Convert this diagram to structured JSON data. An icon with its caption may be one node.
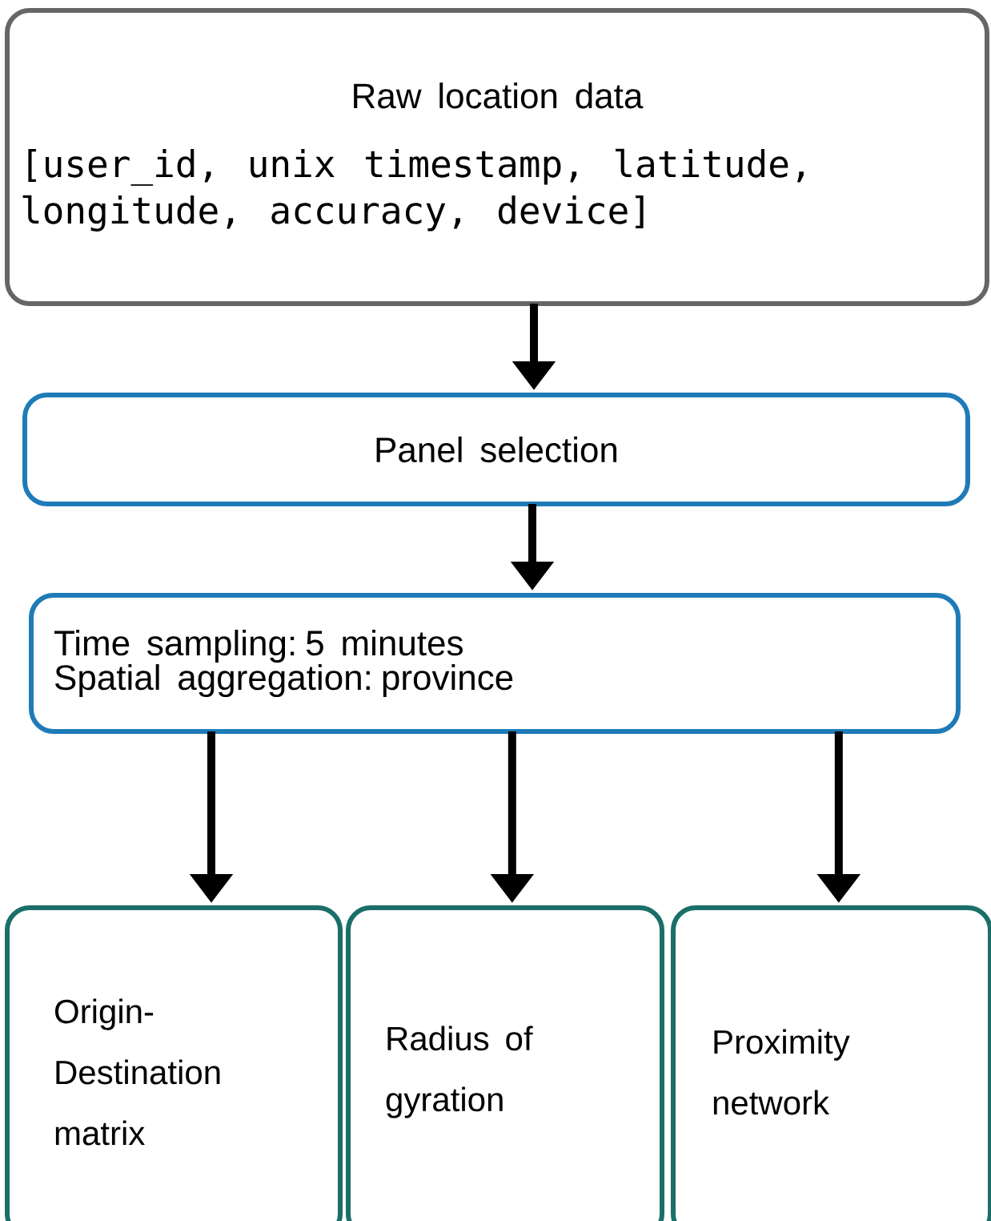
{
  "diagram": {
    "nodes": [
      {
        "text": [
          "Raw location data",
          "[user_id, unix timestamp, latitude, longitude, accuracy, device]"
        ]
      },
      {
        "text": [
          "Panel selection"
        ]
      },
      {
        "text": [
          "Time sampling: 5 minutes",
          "Spatial aggregation: province"
        ]
      },
      {
        "text": [
          "Origin-Destination matrix"
        ]
      },
      {
        "text": [
          "Radius of gyration"
        ]
      },
      {
        "text": [
          "Proximity network"
        ]
      }
    ],
    "edges": [
      {
        "from": 0,
        "to": 1,
        "arrow": "to"
      },
      {
        "from": 1,
        "to": 2,
        "arrow": "to"
      },
      {
        "from": 2,
        "to": 3,
        "arrow": "to"
      },
      {
        "from": 2,
        "to": 4,
        "arrow": "to"
      },
      {
        "from": 2,
        "to": 5,
        "arrow": "to"
      }
    ]
  }
}
